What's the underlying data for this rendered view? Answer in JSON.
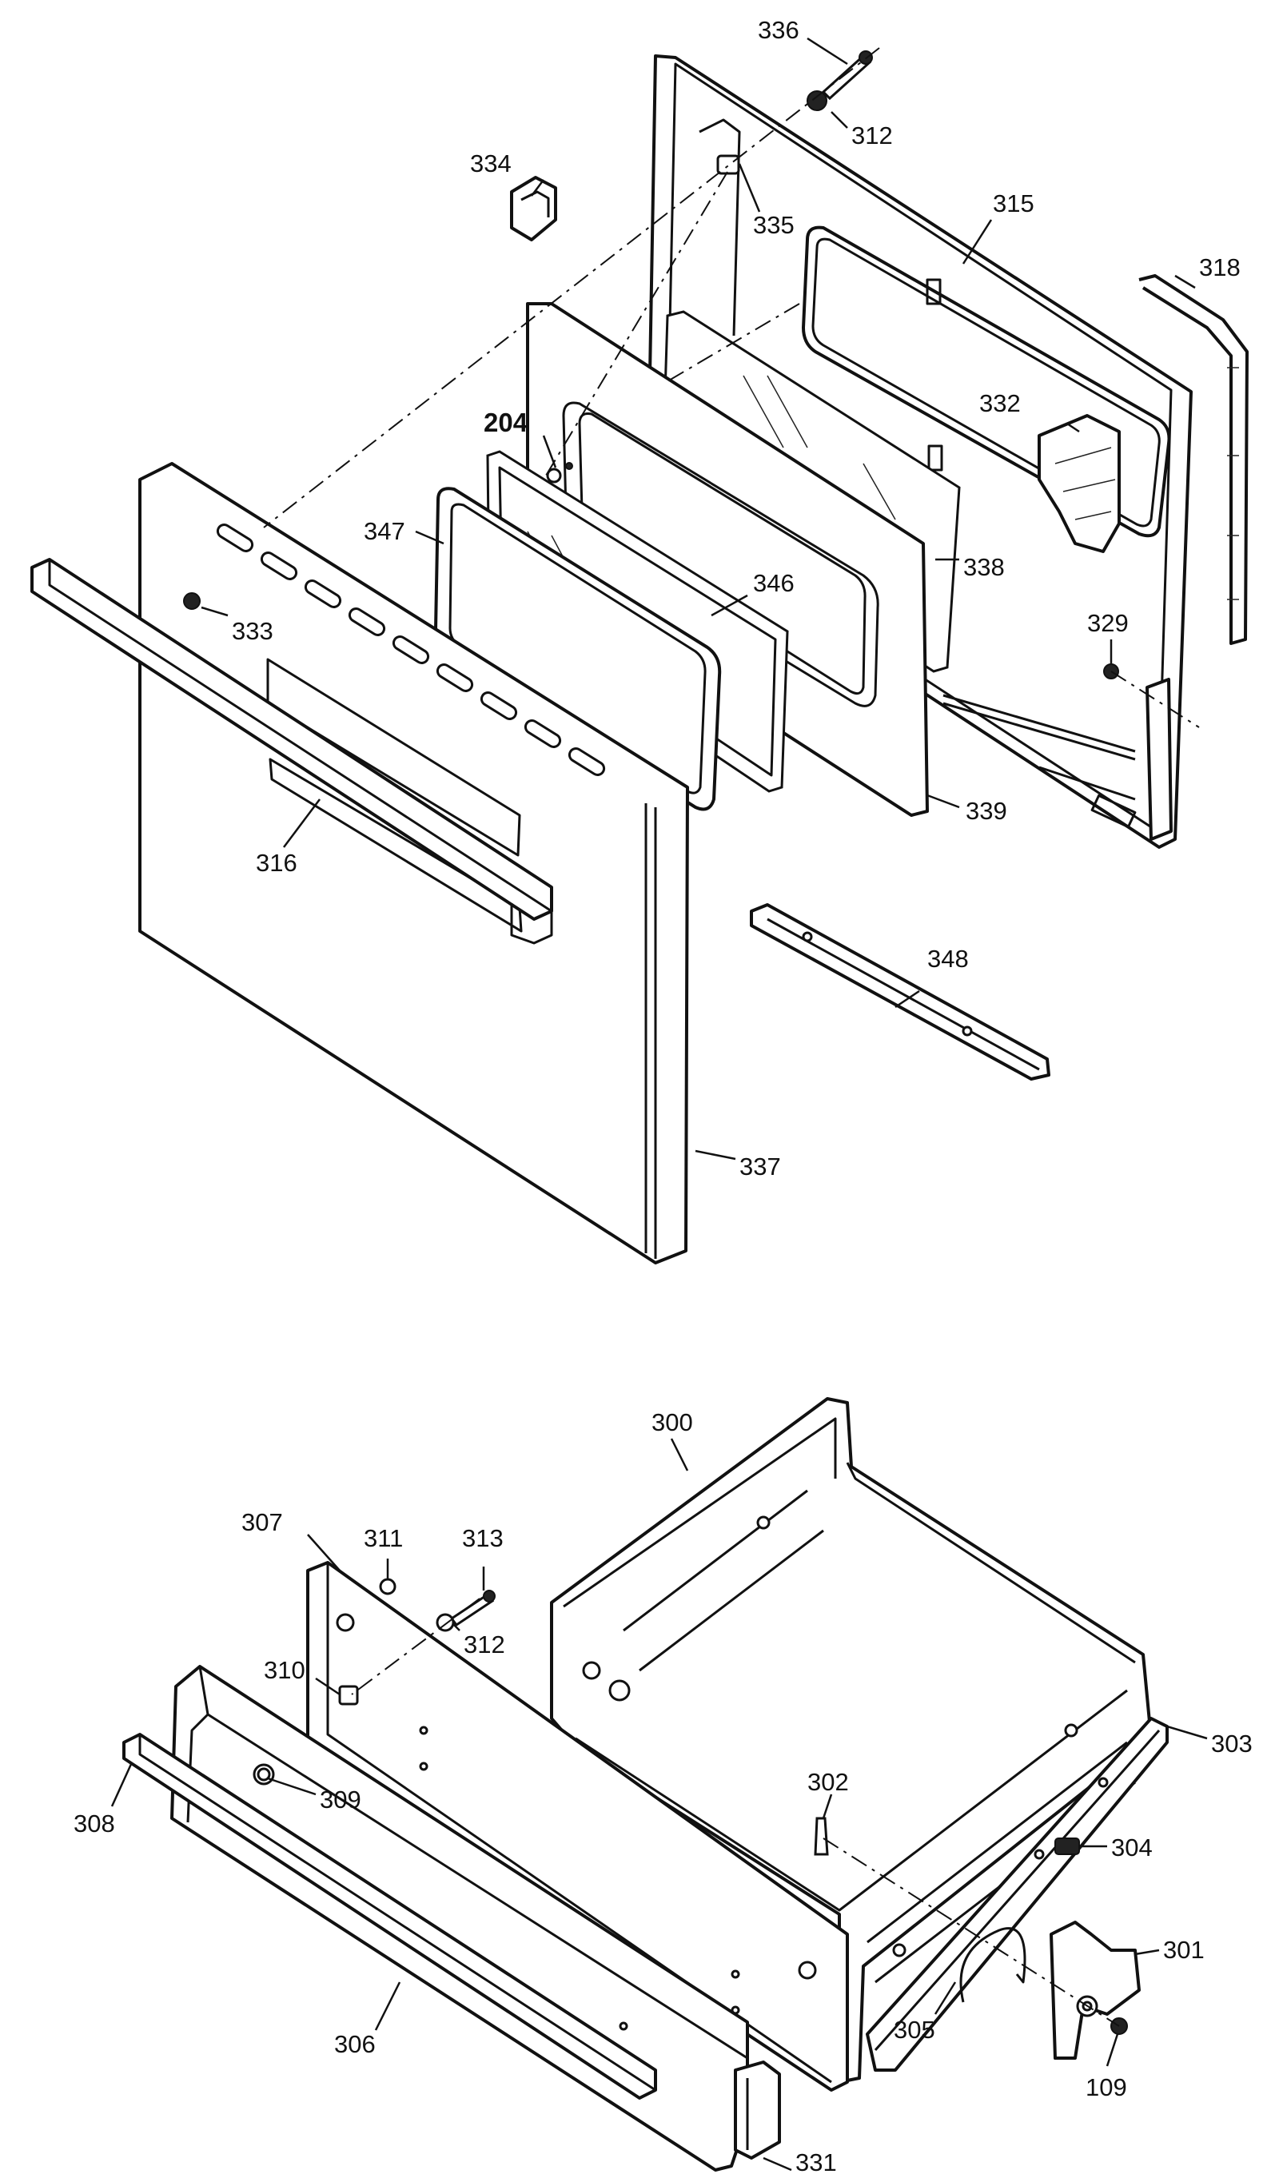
{
  "diagram": {
    "callouts": {
      "c336": "336",
      "c312a": "312",
      "c334": "334",
      "c335": "335",
      "c315": "315",
      "c318": "318",
      "c332": "332",
      "c204": "204",
      "c347": "347",
      "c346": "346",
      "c338": "338",
      "c329": "329",
      "c333": "333",
      "c339": "339",
      "c316": "316",
      "c348": "348",
      "c337": "337",
      "c300": "300",
      "c307": "307",
      "c311": "311",
      "c313": "313",
      "c312b": "312",
      "c310": "310",
      "c303": "303",
      "c302": "302",
      "c309": "309",
      "c308": "308",
      "c304": "304",
      "c301": "301",
      "c305": "305",
      "c306": "306",
      "c109": "109",
      "c331": "331"
    }
  }
}
